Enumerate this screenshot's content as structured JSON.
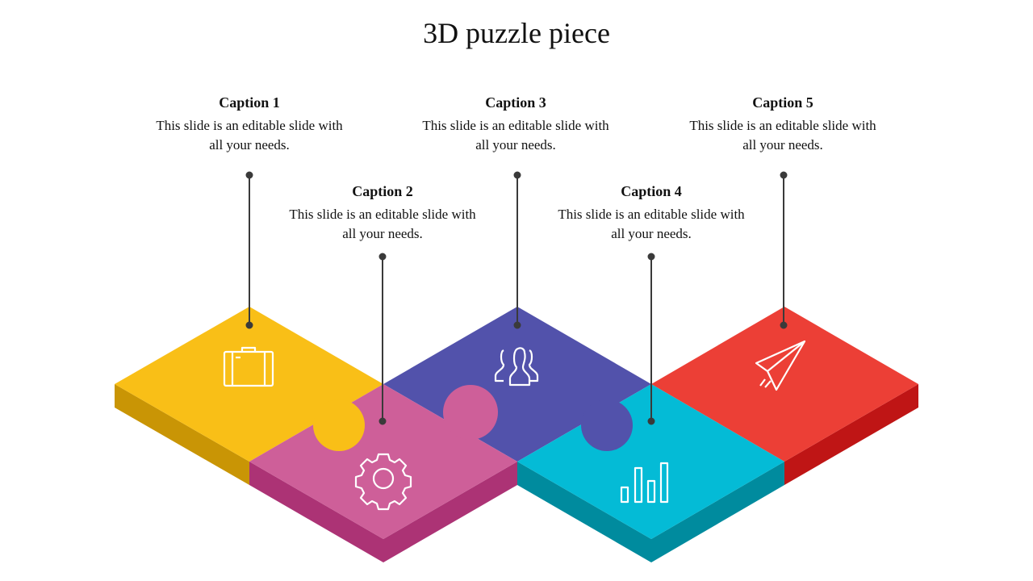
{
  "title": "3D puzzle piece",
  "captions": [
    {
      "heading": "Caption 1",
      "text": "This slide is an editable slide with all your needs.",
      "icon": "briefcase-icon",
      "color": "#F9BF17"
    },
    {
      "heading": "Caption 2",
      "text": "This slide is an editable slide with all your needs.",
      "icon": "gear-icon",
      "color": "#CE5F99"
    },
    {
      "heading": "Caption 3",
      "text": "This slide is an editable slide with all your needs.",
      "icon": "users-icon",
      "color": "#5252AB"
    },
    {
      "heading": "Caption 4",
      "text": "This slide is an editable slide with all your needs.",
      "icon": "bar-chart-icon",
      "color": "#04BBD6"
    },
    {
      "heading": "Caption 5",
      "text": "This slide is an editable slide with all your needs.",
      "icon": "paper-plane-icon",
      "color": "#EC3F36"
    }
  ]
}
